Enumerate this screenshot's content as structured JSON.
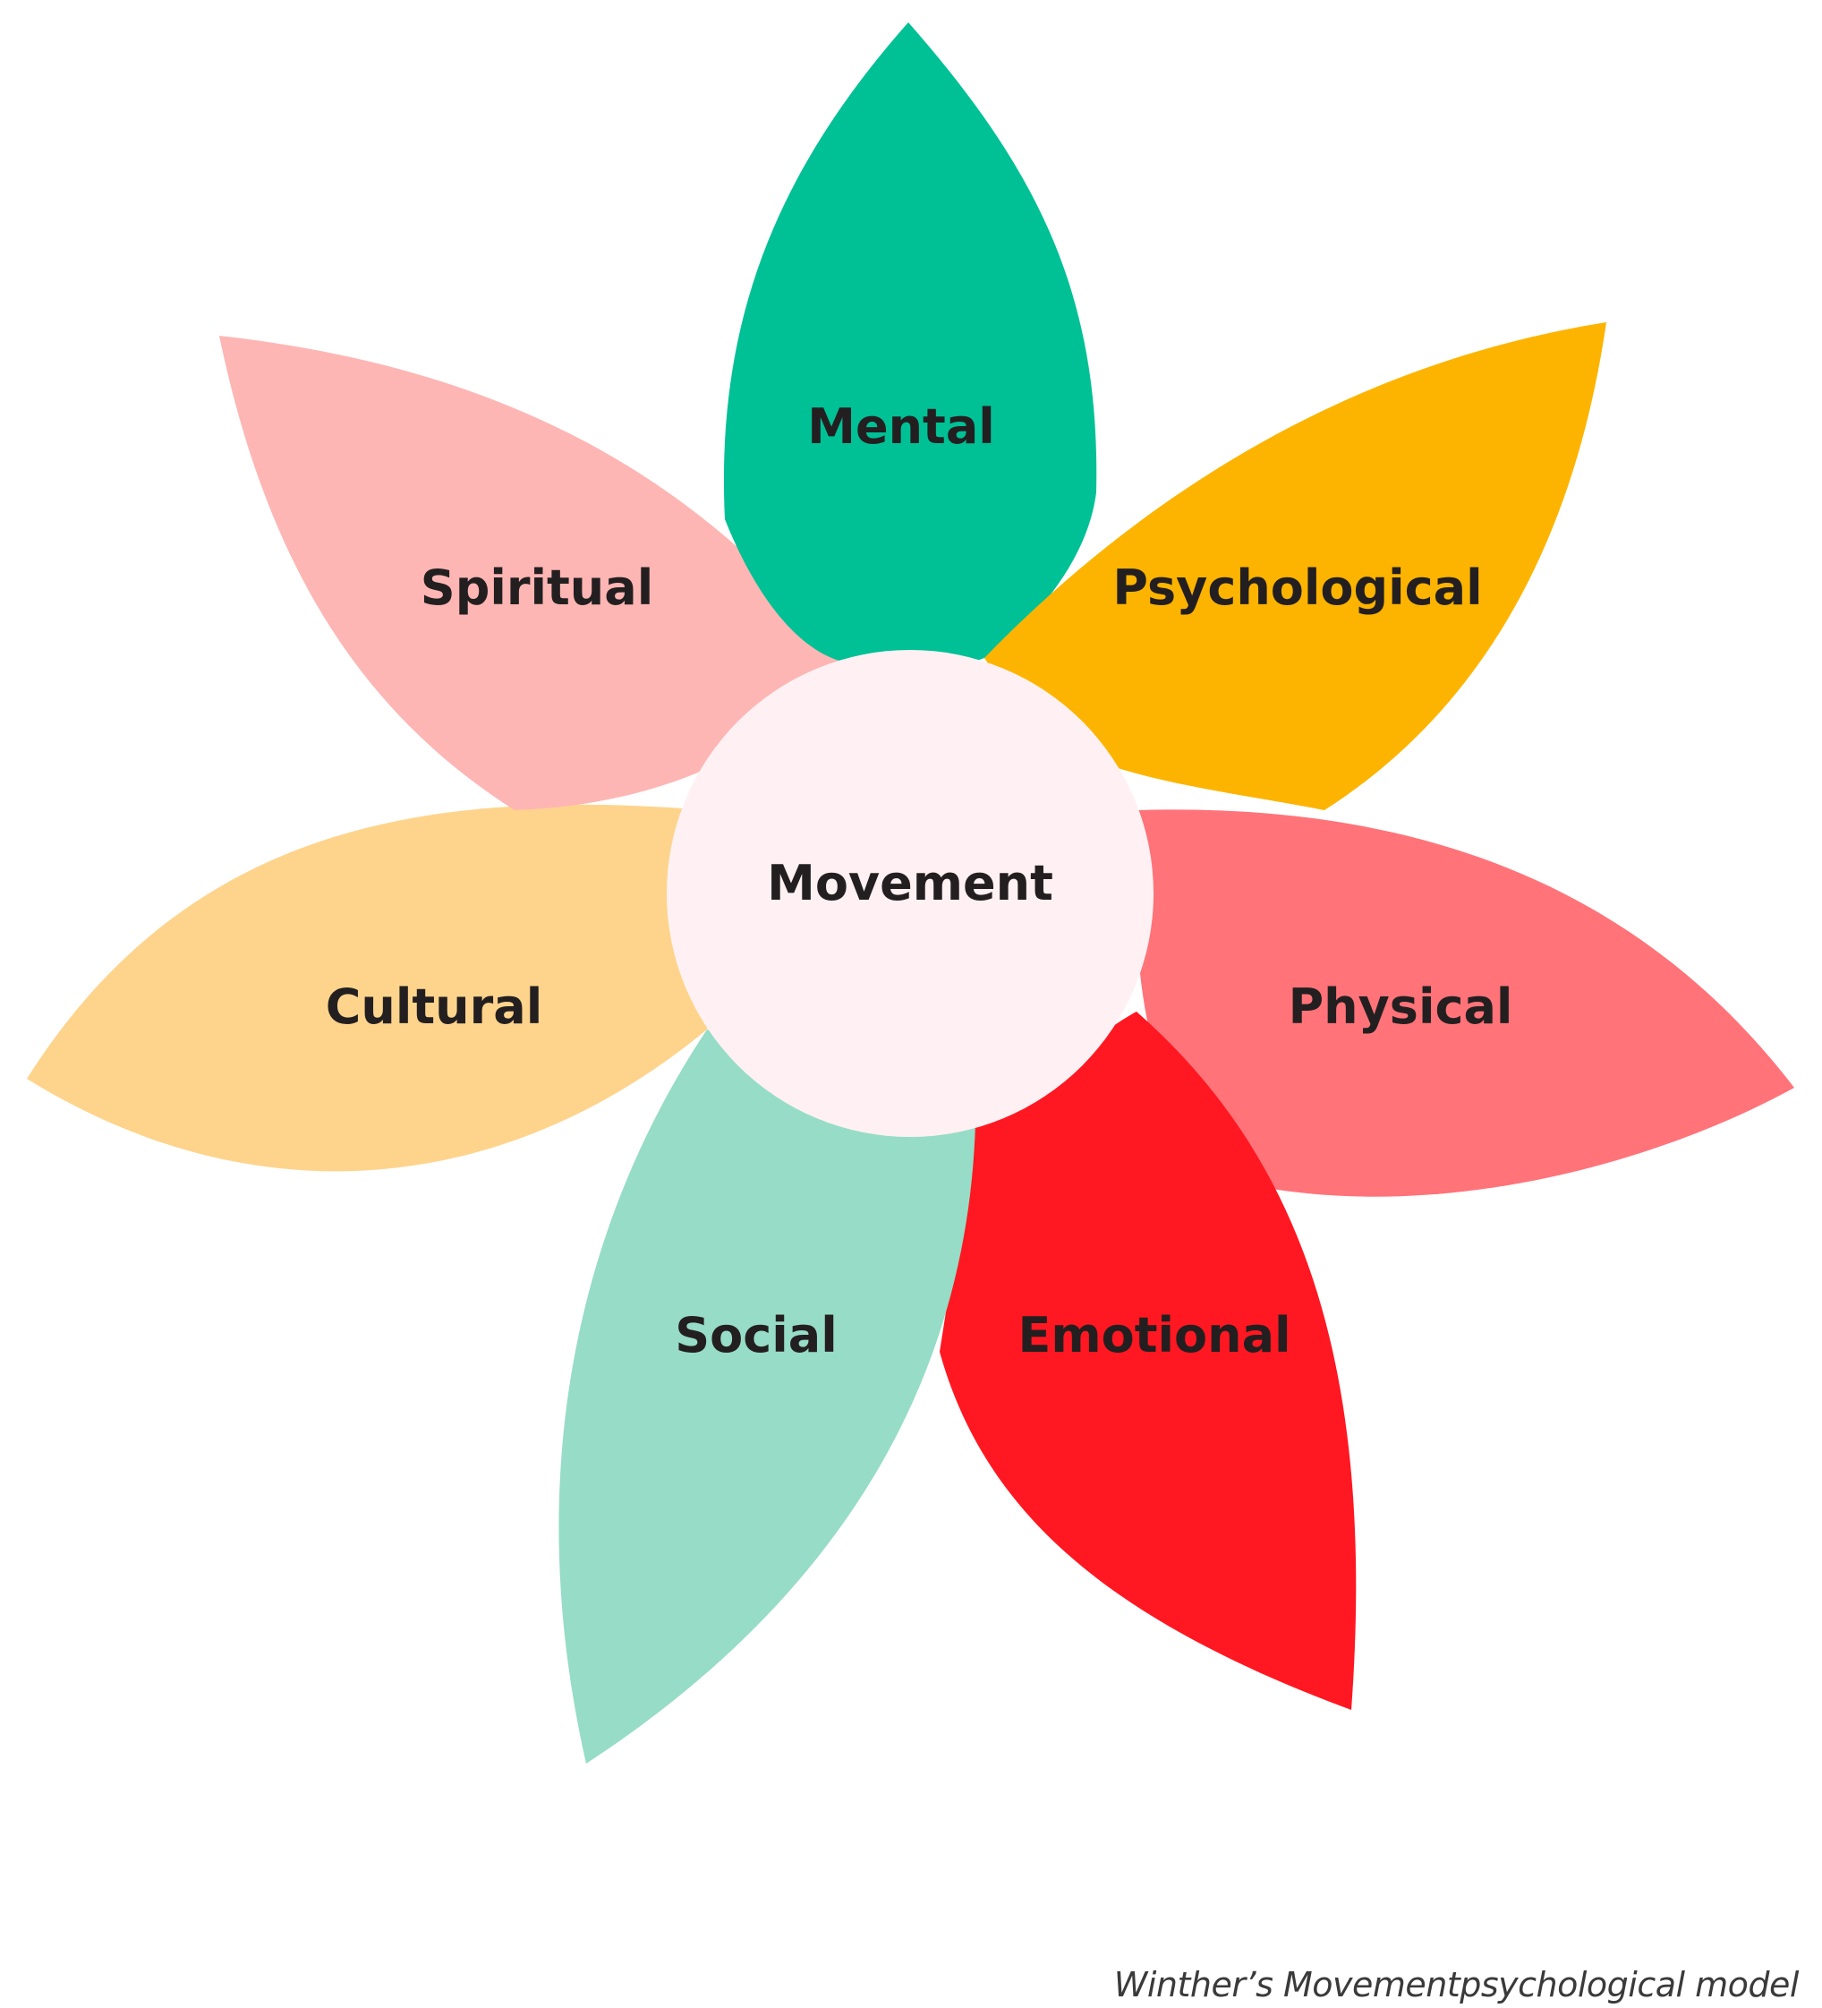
{
  "center": {
    "label": "Movement",
    "color": "#fff1f3"
  },
  "petals": [
    {
      "id": "mental",
      "label": "Mental",
      "color": "#00c096"
    },
    {
      "id": "psychological",
      "label": "Psychological",
      "color": "#fdb400"
    },
    {
      "id": "physical",
      "label": "Physical",
      "color": "#ff7379"
    },
    {
      "id": "emotional",
      "label": "Emotional",
      "color": "#ff1721"
    },
    {
      "id": "social",
      "label": "Social",
      "color": "#96dcc6"
    },
    {
      "id": "cultural",
      "label": "Cultural",
      "color": "#fed48c"
    },
    {
      "id": "spiritual",
      "label": "Spiritual",
      "color": "#fdb6b4"
    }
  ],
  "caption": "Winther’s Movementpsychological model",
  "text_color": "#231f20"
}
